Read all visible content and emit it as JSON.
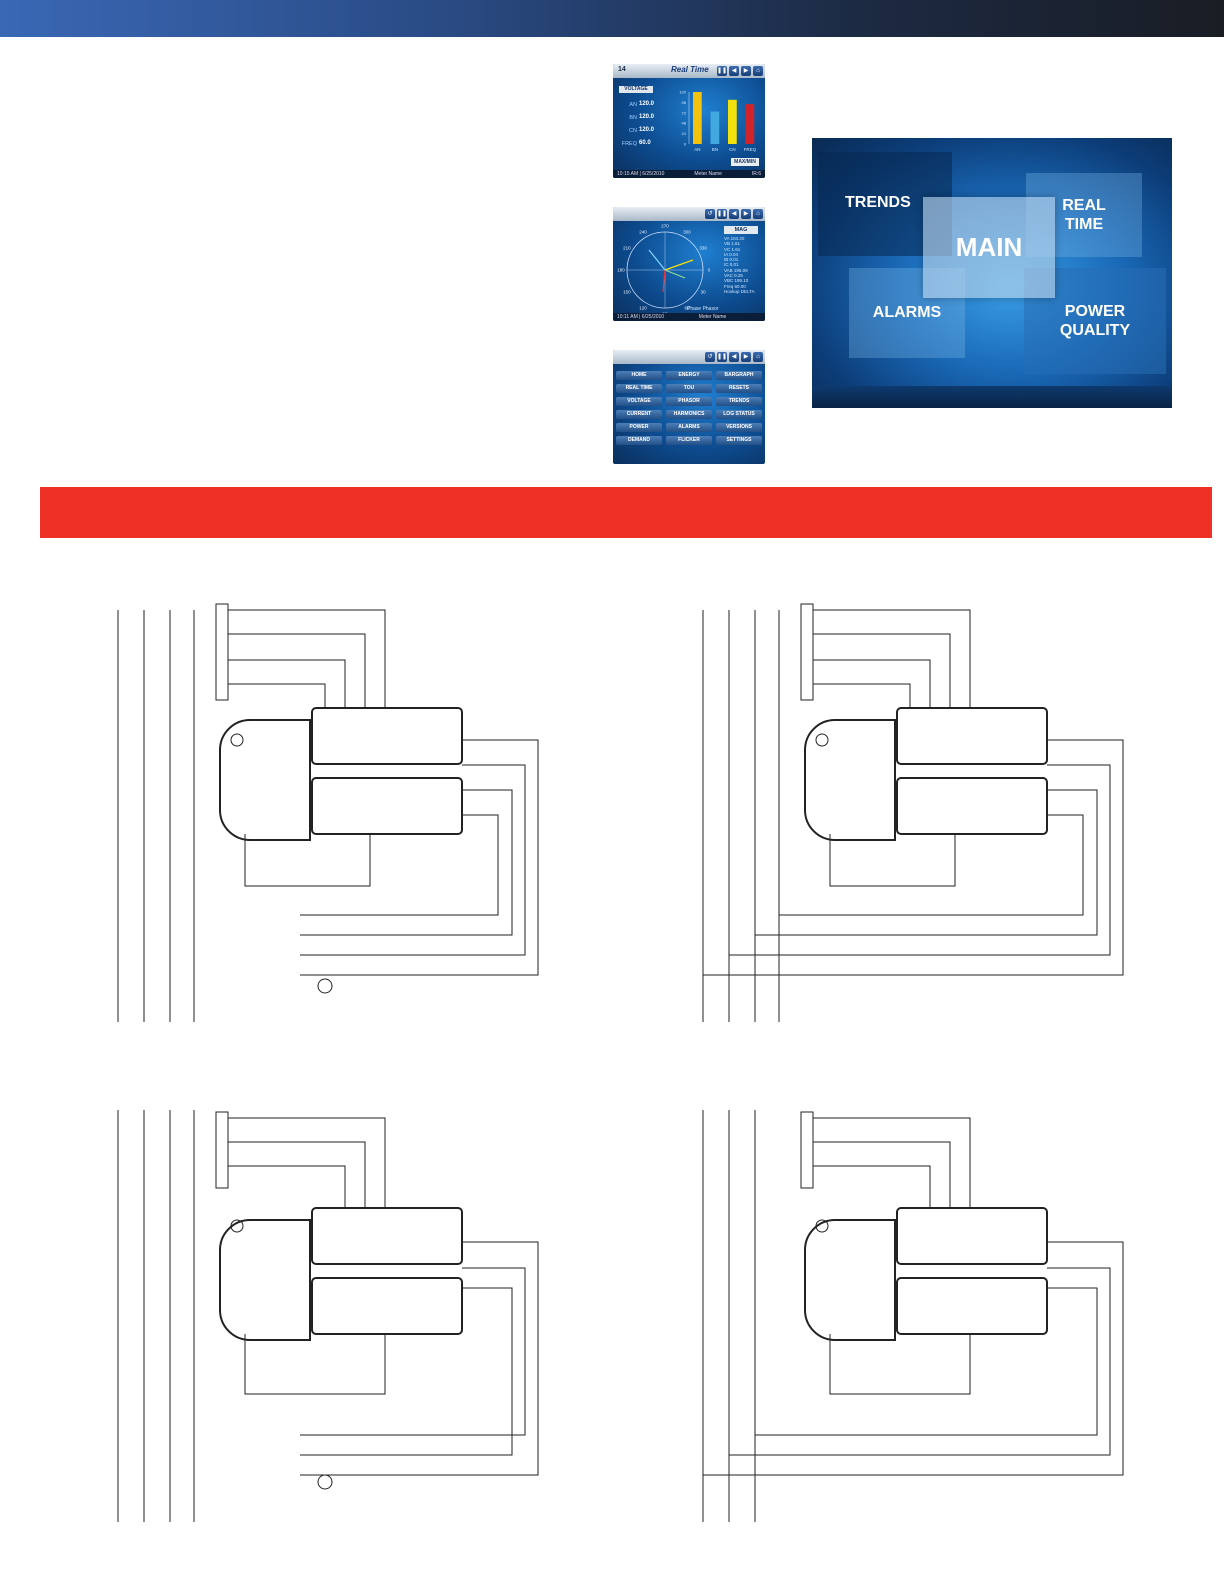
{
  "screen_realtime": {
    "page_number": "14",
    "title": "Real Time",
    "voltage_header": "VOLTAGE",
    "rows": [
      {
        "label": "AN",
        "value": "120.0"
      },
      {
        "label": "BN",
        "value": "120.0"
      },
      {
        "label": "CN",
        "value": "120.0"
      },
      {
        "label": "FREQ",
        "value": "60.0"
      }
    ],
    "maxmin_label": "MAX/MIN",
    "footer_time": "10:15 AM  |  6/25/2010",
    "footer_meter": "Meter Name",
    "footer_right": "IR:6",
    "chart_data": {
      "type": "bar",
      "categories": [
        "AN",
        "BN",
        "CN",
        "FREQ"
      ],
      "values": [
        120,
        75,
        102,
        92
      ],
      "tick_labels": [
        "120",
        "96",
        "72",
        "48",
        "24",
        "0"
      ],
      "colors": [
        "#f2c20c",
        "#41a9e0",
        "#f2e10c",
        "#d1242a"
      ]
    }
  },
  "screen_phasor": {
    "angle_labels": [
      "270",
      "240",
      "300",
      "210",
      "330",
      "180",
      "0",
      "150",
      "30",
      "120",
      "60",
      "90"
    ],
    "mag_header": "MAG",
    "mag_values": [
      "VA 104.20",
      "VB 1.61",
      "VC 1.61",
      "IA 0.04",
      "IB 0.01",
      "IC 0.01",
      "VAB 195.09",
      "VAC 0.25",
      "VBC 195.10",
      "Freq 60.00",
      "Hookup DELTA"
    ],
    "caption": "Phase Phasor",
    "footer_time": "10:11 AM  |  6/25/2010",
    "footer_meter": "Meter Name"
  },
  "screen_menu": {
    "items": [
      "HOME",
      "ENERGY",
      "BARGRAPH",
      "REAL TIME",
      "TOU",
      "RESETS",
      "VOLTAGE",
      "PHASOR",
      "TRENDS",
      "CURRENT",
      "HARMONICS",
      "LOG STATUS",
      "POWER",
      "ALARMS",
      "VERSIONS",
      "DEMAND",
      "FLICKER",
      "SETTINGS"
    ]
  },
  "main_menu": {
    "trends": "TRENDS",
    "real_time_line1": "REAL",
    "real_time_line2": "TIME",
    "main": "MAIN",
    "alarms": "ALARMS",
    "power_line1": "POWER",
    "power_line2": "QUALITY"
  },
  "nav_icons": [
    "back-icon",
    "pause-icon",
    "left-arrow-icon",
    "right-arrow-icon",
    "home-icon"
  ]
}
